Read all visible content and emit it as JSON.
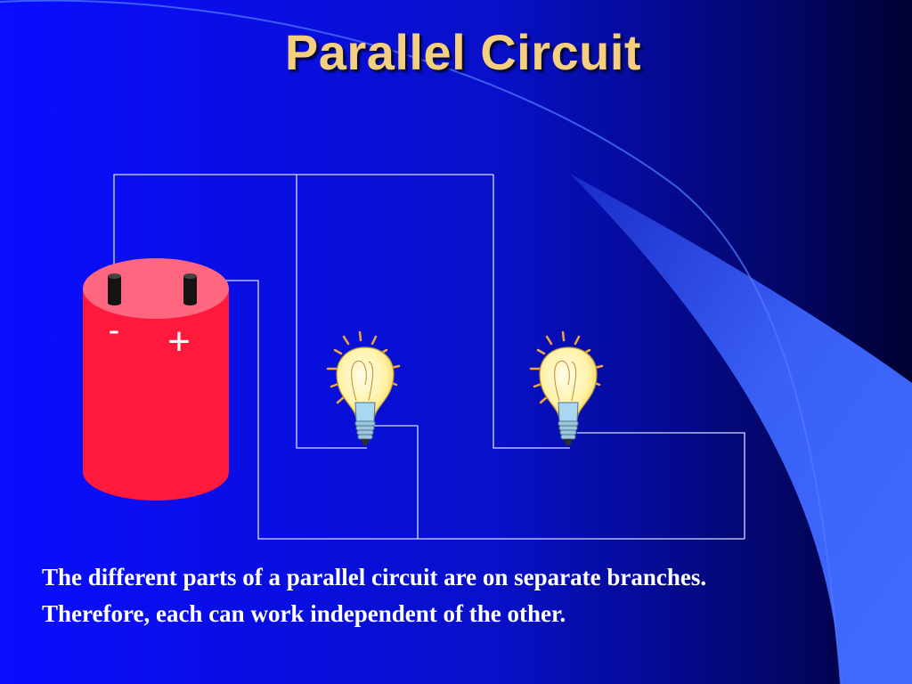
{
  "slide": {
    "title": "Parallel Circuit",
    "caption": [
      "The different parts of a parallel circuit are on separate branches.",
      "Therefore, each can work independent of the other."
    ]
  },
  "battery": {
    "negative_label": "-",
    "positive_label": "+",
    "color": "#ff1a3c",
    "top_color": "#ff6680"
  },
  "colors": {
    "background_left": "#0a10ff",
    "background_right": "#000045",
    "swoosh": "#3a66ff",
    "wire": "#d8dcff",
    "title": "#f3cf7e"
  }
}
